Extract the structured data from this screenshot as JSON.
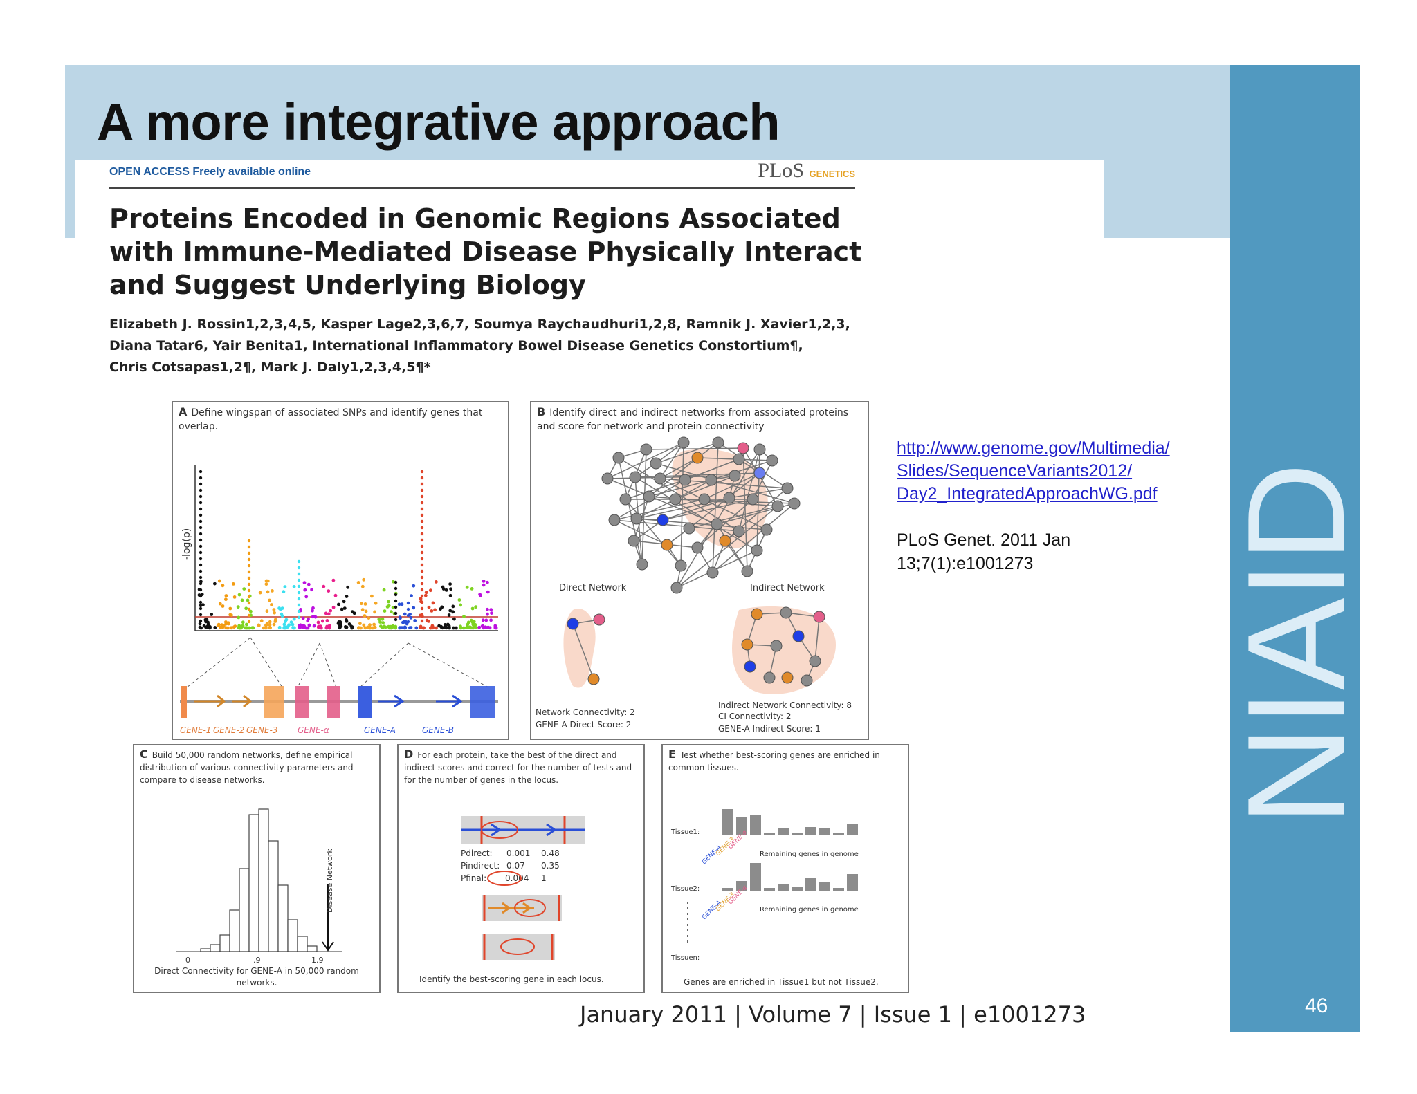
{
  "slide": {
    "title": "A more integrative approach",
    "page_number": "46",
    "logo_text": "NIAID",
    "colors": {
      "header_band": "#bcd6e6",
      "side_bar": "#5199c0"
    }
  },
  "paper": {
    "open_access": "OPEN ACCESS Freely available online",
    "journal_logo": "PLoS",
    "journal_logo_sub": "GENETICS",
    "title": "Proteins Encoded in Genomic Regions Associated with Immune-Mediated Disease Physically Interact and Suggest Underlying Biology",
    "authors_line1": "Elizabeth J. Rossin1,2,3,4,5, Kasper Lage2,3,6,7, Soumya Raychaudhuri1,2,8, Ramnik J. Xavier1,2,3,",
    "authors_line2": "Diana Tatar6, Yair Benita1, International Inflammatory Bowel Disease Genetics Constortium¶,",
    "authors_line3": "Chris Cotsapas1,2¶, Mark J. Daly1,2,3,4,5¶*",
    "footer": "January 2011 | Volume 7 | Issue 1 | e1001273",
    "panels": {
      "a": {
        "letter": "A",
        "caption": "Define wingspan of associated SNPs and identify genes that overlap.",
        "ylabel": "-log(p)",
        "genes": [
          "GENE-1",
          "GENE-2",
          "GENE-3",
          "GENE-α",
          "GENE-A",
          "GENE-B"
        ]
      },
      "b": {
        "letter": "B",
        "caption": "Identify direct and indirect networks from associated proteins and score for network and protein connectivity",
        "direct_label": "Direct Network",
        "indirect_label": "Indirect Network",
        "direct_stats_1": "Network Connectivity: 2",
        "direct_stats_2": "GENE-A Direct Score: 2",
        "indirect_stats_1": "Indirect Network Connectivity: 8",
        "indirect_stats_2": "CI Connectivity: 2",
        "indirect_stats_3": "GENE-A Indirect Score: 1"
      },
      "c": {
        "letter": "C",
        "caption": "Build 50,000 random networks, define empirical distribution of various connectivity parameters and compare to disease networks.",
        "disease_label": "Disease Network",
        "ticks": [
          "0",
          ".9",
          "1.9"
        ],
        "xlabel": "Direct Connectivity for GENE-A in 50,000 random networks."
      },
      "d": {
        "letter": "D",
        "caption": "For each protein, take the best of the direct and indirect scores and correct for the number of tests and for the number of genes in the locus.",
        "p_direct": "Pdirect:",
        "p_indirect": "Pindirect:",
        "p_final": "Pfinal:",
        "v1": [
          "0.001",
          "0.07",
          "0.004"
        ],
        "v2": [
          "0.48",
          "0.35",
          "1"
        ],
        "bottom": "Identify the best-scoring gene in each locus."
      },
      "e": {
        "letter": "E",
        "caption": "Test whether best-scoring genes are enriched in common tissues.",
        "tissue1": "Tissue1:",
        "tissue2": "Tissue2:",
        "tissuen": "Tissuen:",
        "remaining": "Remaining genes in genome",
        "bottom": "Genes are enriched in Tissue1 but not Tissue2."
      }
    }
  },
  "reference": {
    "url_line1": "http://www.genome.gov/Multimedia/",
    "url_line2": "Slides/SequenceVariants2012/",
    "url_line3": "Day2_IntegratedApproachWG.pdf",
    "citation_line1": "PLoS Genet. 2011 Jan",
    "citation_line2": "13;7(1):e1001273"
  }
}
